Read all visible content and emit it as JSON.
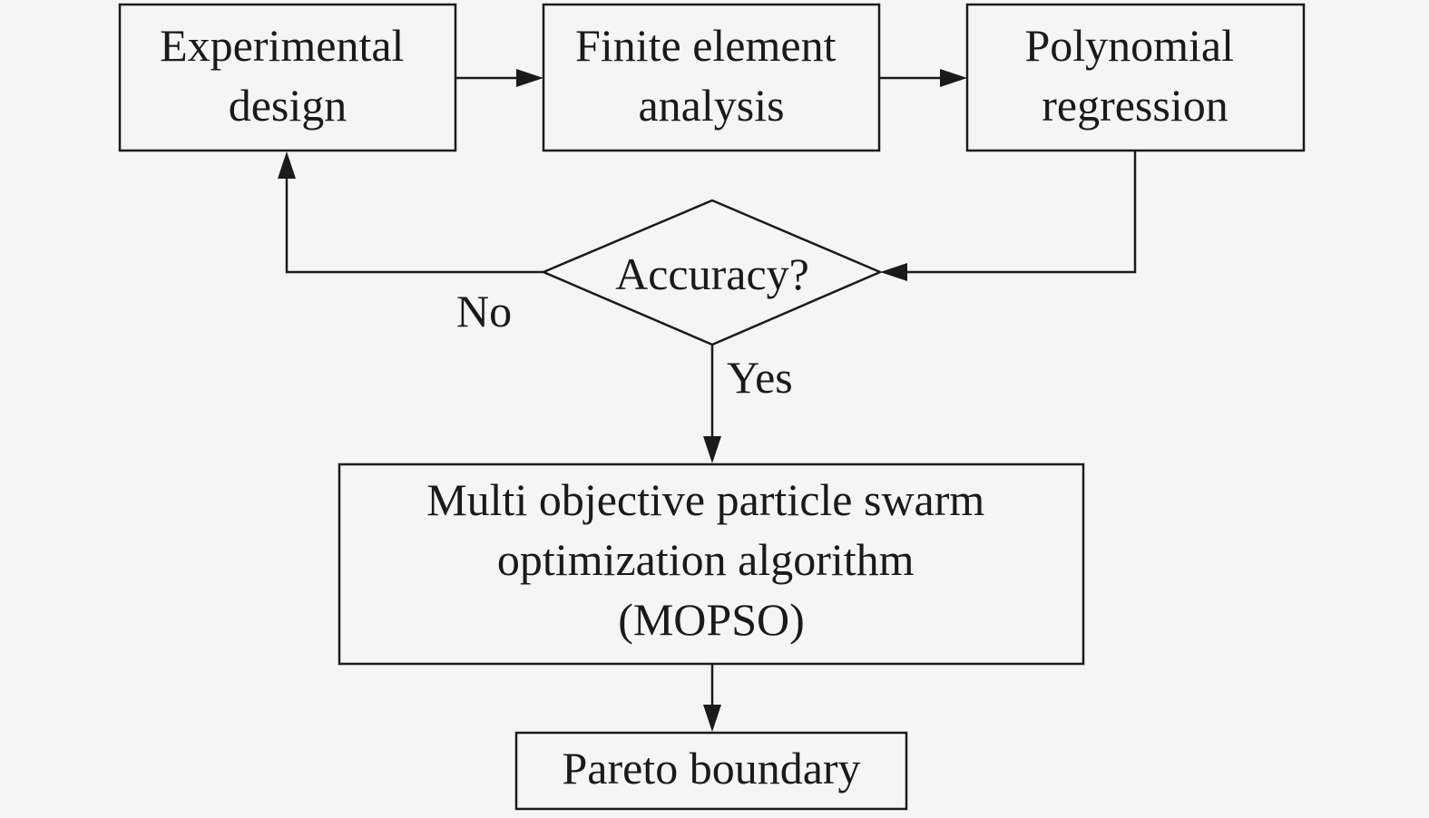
{
  "diagram": {
    "nodes": {
      "experimental_design": {
        "lines": [
          "Experimental",
          "design"
        ]
      },
      "finite_element_analysis": {
        "lines": [
          "Finite element",
          "analysis"
        ]
      },
      "polynomial_regression": {
        "lines": [
          "Polynomial",
          "regression"
        ]
      },
      "accuracy_decision": {
        "lines": [
          "Accuracy?"
        ]
      },
      "mopso": {
        "lines": [
          "Multi objective particle swarm",
          "optimization algorithm",
          "(MOPSO)"
        ]
      },
      "pareto_boundary": {
        "lines": [
          "Pareto boundary"
        ]
      }
    },
    "edge_labels": {
      "no": "No",
      "yes": "Yes"
    }
  }
}
